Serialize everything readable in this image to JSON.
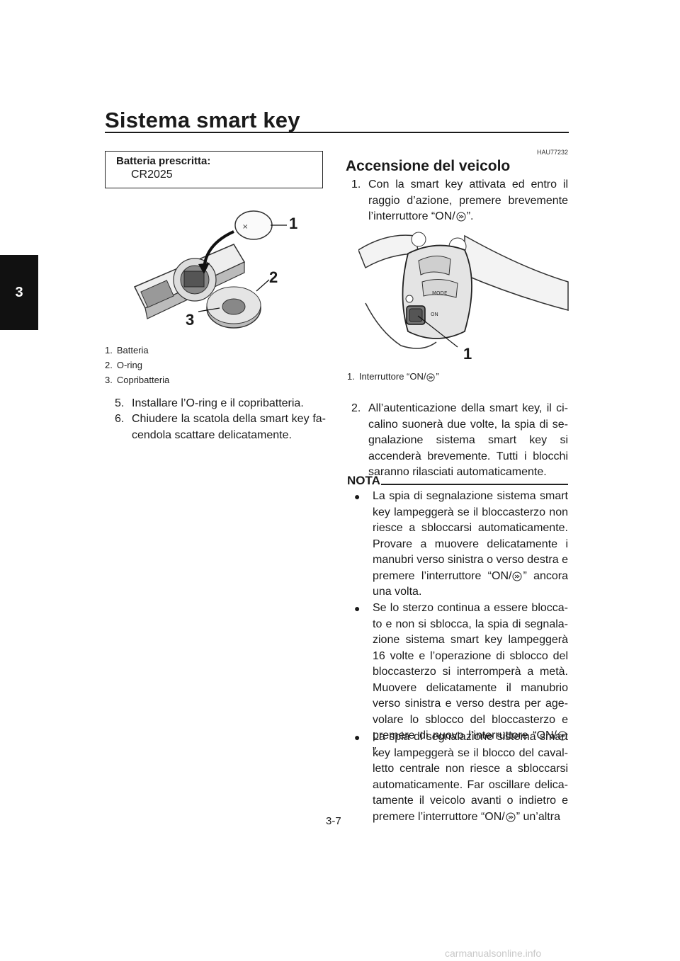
{
  "header": {
    "title": "Sistema smart key",
    "chapter": "3"
  },
  "spec_box": {
    "label": "Batteria prescritta:",
    "value": "CR2025"
  },
  "figure1": {
    "callouts": [
      "1",
      "2",
      "3"
    ],
    "captions": [
      {
        "num": "1.",
        "text": "Batteria"
      },
      {
        "num": "2.",
        "text": "O-ring"
      },
      {
        "num": "3.",
        "text": "Copribatteria"
      }
    ]
  },
  "left_steps": [
    {
      "num": "5.",
      "text": "Installare l’O-ring e il copribatteria."
    },
    {
      "num": "6.",
      "text": "Chiudere la scatola della smart key fa­cendola scattare delicatamente."
    }
  ],
  "section": {
    "ref_code": "HAU77232",
    "heading": "Accensione del veicolo",
    "step1_num": "1.",
    "step1_text_a": "Con la smart key attivata ed entro il raggio d’azione, premere brevemente l’interruttore “ON/",
    "step1_text_b": "”.",
    "figure2": {
      "callout": "1",
      "switch_labels": [
        "MODE",
        "ON"
      ],
      "caption_num": "1.",
      "caption_a": "Interruttore “ON/",
      "caption_b": "”"
    },
    "step2_num": "2.",
    "step2_text": "All’autenticazione della smart key, il ci­calino suonerà due volte, la spia di se­gnalazione sistema smart key si accenderà brevemente. Tutti i blocchi saranno rilasciati automaticamente."
  },
  "nota": {
    "label": "NOTA",
    "bullets": [
      {
        "a": "La spia di segnalazione sistema smart key lampeggerà se il bloccasterzo non riesce a sbloccarsi automaticamente. Provare a muovere delicatamente i manubri verso sinistra o verso destra e premere l’interruttore “ON/",
        "b": "” ancora una volta."
      },
      {
        "a": "Se lo sterzo continua a essere blocca­to e non si sblocca, la spia di segnala­zione sistema smart key lampeggerà 16 volte e l’operazione di sblocco del bloccasterzo si interromperà a metà. Muovere delicatamente il manubrio verso sinistra e verso destra per age­volare lo sblocco del bloccasterzo e premere di nuovo l’interruttore “ON/",
        "b": "”."
      },
      {
        "a": "La spia di segnalazione sistema smart key lampeggerà se il blocco del caval­letto centrale non riesce a sbloccarsi automaticamente. Far oscillare delica­tamente il veicolo avanti o indietro e premere l’interruttore “ON/",
        "b": "” un’altra"
      }
    ]
  },
  "footer": {
    "page": "3-7",
    "watermark": "carmanualsonline.info"
  }
}
